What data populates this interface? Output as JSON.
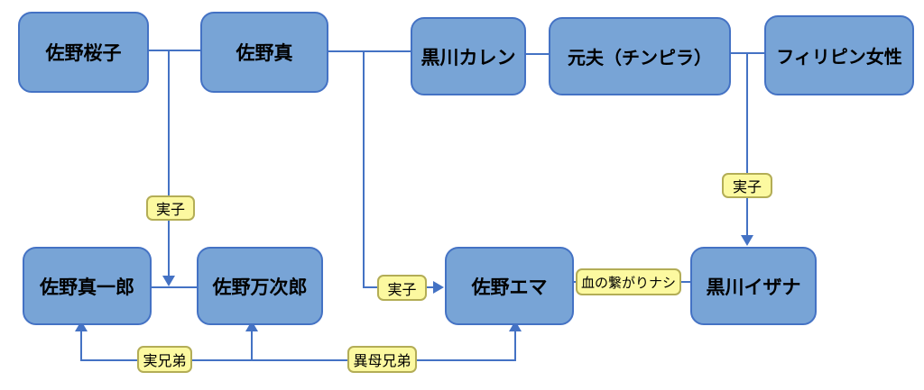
{
  "diagram_type": "family-relationship-chart",
  "colors": {
    "node_fill": "#78A4D6",
    "node_border": "#4472C4",
    "edge_line": "#4472C4",
    "label_fill": "#FCF9A0",
    "label_border": "#B3AD56",
    "text": "#000000",
    "background": "#ffffff"
  },
  "nodes": {
    "sakurako": {
      "label": "佐野桜子"
    },
    "shin": {
      "label": "佐野真"
    },
    "karen": {
      "label": "黒川カレン"
    },
    "ex_husband": {
      "label": "元夫（チンピラ）"
    },
    "filipina": {
      "label": "フィリピン女性"
    },
    "shinichiro": {
      "label": "佐野真一郎"
    },
    "manjiro": {
      "label": "佐野万次郎"
    },
    "emma": {
      "label": "佐野エマ"
    },
    "izana": {
      "label": "黒川イザナ"
    }
  },
  "edge_labels": {
    "jisshi_left": "実子",
    "jisshi_mid": "実子",
    "jisshi_right": "実子",
    "no_blood": "血の繋がりナシ",
    "jikkyoudai": "実兄弟",
    "ibokyoudai": "異母兄弟"
  },
  "edges": [
    {
      "from": "sakurako",
      "to": "shin",
      "label": ""
    },
    {
      "from": "shin",
      "to": "karen",
      "label": ""
    },
    {
      "from": "karen",
      "to": "ex_husband",
      "label": ""
    },
    {
      "from": "ex_husband",
      "to": "filipina",
      "label": ""
    },
    {
      "from": "sakurako+shin",
      "to": "shinichiro+manjiro",
      "label": "実子"
    },
    {
      "from": "shin+karen",
      "to": "emma",
      "label": "実子"
    },
    {
      "from": "ex_husband+filipina",
      "to": "izana",
      "label": "実子"
    },
    {
      "from": "emma",
      "to": "izana",
      "label": "血の繋がりナシ"
    },
    {
      "from": "shinichiro",
      "to": "manjiro",
      "label": "実兄弟"
    },
    {
      "from": "shinichiro+manjiro",
      "to": "emma",
      "label": "異母兄弟"
    }
  ]
}
